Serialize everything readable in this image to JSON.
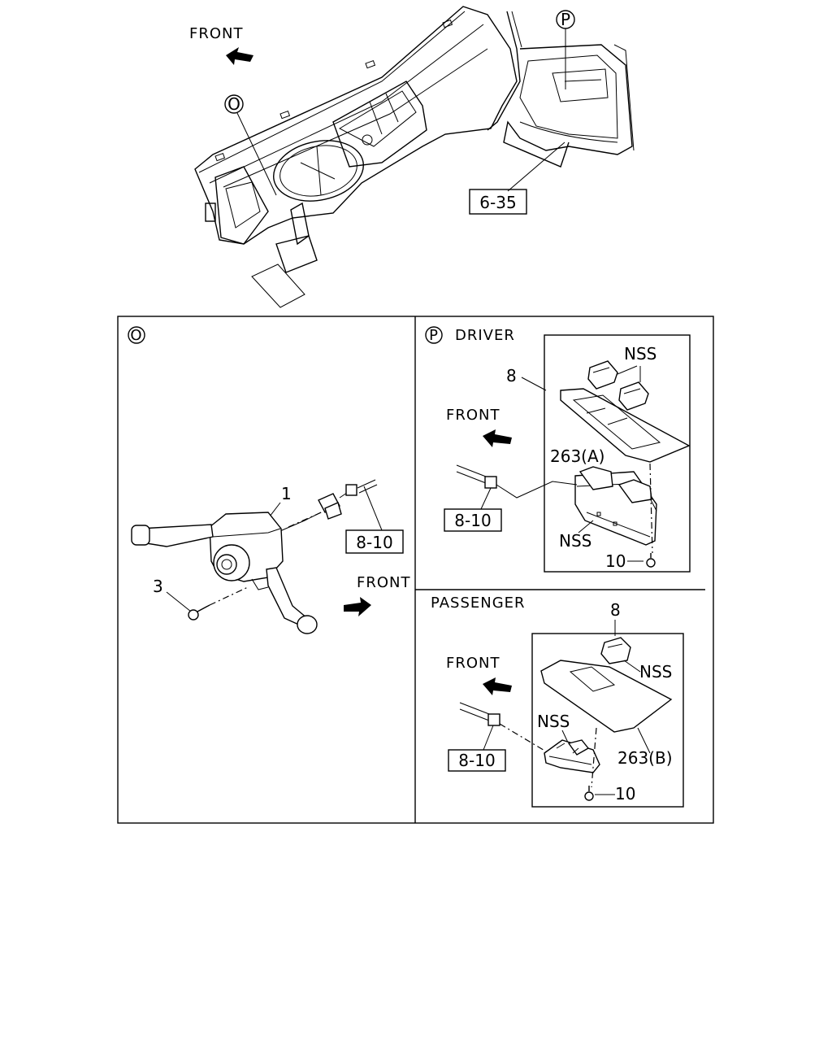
{
  "overview": {
    "front_label": "FRONT",
    "callout_o": "O",
    "callout_p": "P",
    "ref_6_35": "6-35"
  },
  "panel_o": {
    "marker": "O",
    "part_1": "1",
    "part_3": "3",
    "ref_8_10": "8-10",
    "front_label": "FRONT"
  },
  "panel_p_driver": {
    "marker": "P",
    "title": "DRIVER",
    "front_label": "FRONT",
    "part_8": "8",
    "nss_top": "NSS",
    "part_263a": "263(A)",
    "nss_bottom": "NSS",
    "part_10": "10",
    "ref_8_10": "8-10"
  },
  "panel_p_passenger": {
    "title": "PASSENGER",
    "front_label": "FRONT",
    "part_8": "8",
    "nss_right": "NSS",
    "nss_left": "NSS",
    "part_263b": "263(B)",
    "part_10": "10",
    "ref_8_10": "8-10"
  },
  "icons": [
    "front-arrow-icon",
    "screw-icon",
    "connector-icon"
  ]
}
